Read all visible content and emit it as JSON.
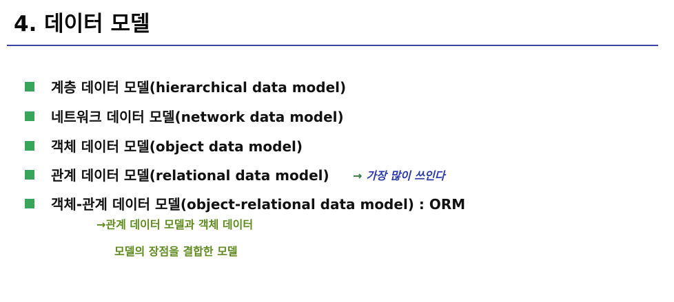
{
  "slide": {
    "title": "4. 데이터 모델",
    "colors": {
      "rule": "#3b43a8",
      "bullet": "#3aa35c",
      "note_blue": "#2a3aa8",
      "note_green": "#5e8a1e"
    },
    "bullets": [
      {
        "text": "계층 데이터 모델(hierarchical data model)"
      },
      {
        "text": "네트워크 데이터 모델(network data model)"
      },
      {
        "text": "객체 데이터 모델(object data model)"
      },
      {
        "text": "관계 데이터 모델(relational data model)",
        "note_arrow": "→",
        "note": "가장 많이 쓰인다"
      },
      {
        "text": "객체-관계 데이터 모델(object-relational data model) : ORM"
      }
    ],
    "sub_note": {
      "line1": "→관계 데이터 모델과 객체 데이터",
      "line2": "모델의 장점을 결합한 모델"
    }
  }
}
